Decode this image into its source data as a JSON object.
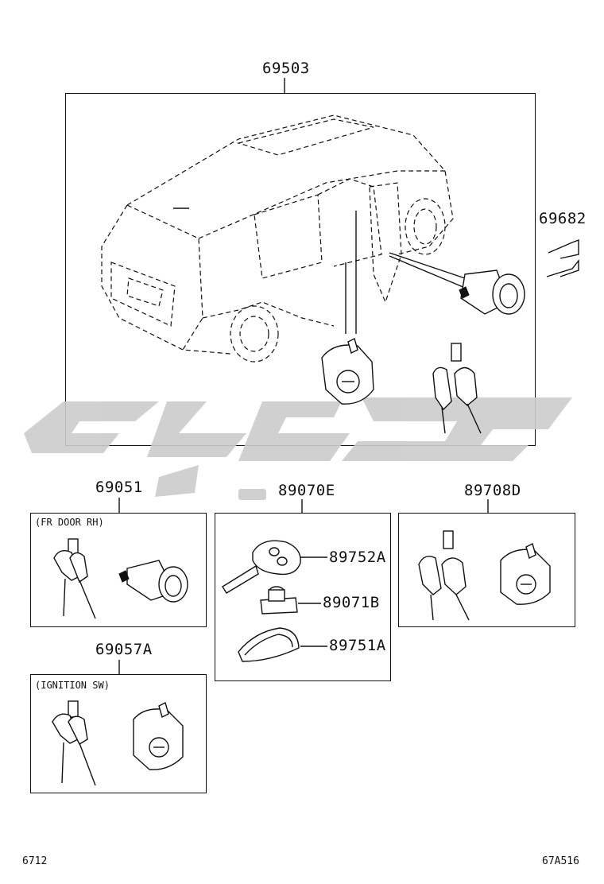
{
  "main_part": {
    "number": "69503"
  },
  "side_part": {
    "number": "69682"
  },
  "groups": [
    {
      "number": "69051",
      "caption": "(FR DOOR RH)"
    },
    {
      "number": "89070E",
      "caption": ""
    },
    {
      "number": "89708D",
      "caption": ""
    },
    {
      "number": "69057A",
      "caption": "(IGNITION SW)"
    }
  ],
  "key_parts": [
    {
      "number": "89752A"
    },
    {
      "number": "89071B"
    },
    {
      "number": "89751A"
    }
  ],
  "footer": {
    "page": "6712",
    "diagram_code": "67A516"
  },
  "colors": {
    "line": "#111111",
    "watermark": "#cccccc"
  },
  "watermark_logo": "decorative-script-watermark"
}
